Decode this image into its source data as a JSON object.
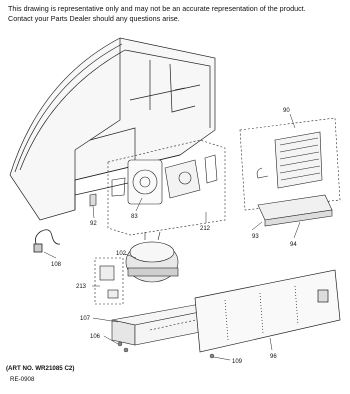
{
  "disclaimer": {
    "line1": "This drawing is representative only and may not be an accurate representation of the product.",
    "line2": "Contact your Parts Dealer should any questions arise."
  },
  "footer": {
    "art_number": "(ART NO. WR21085 C2)",
    "re_number": "RE-0908"
  },
  "callouts": {
    "c90": "90",
    "c92": "92",
    "c83": "83",
    "c212": "212",
    "c93": "93",
    "c94": "94",
    "c108": "108",
    "c102": "102",
    "c213": "213",
    "c107": "107",
    "c106": "106",
    "c96": "96",
    "c109": "109"
  }
}
